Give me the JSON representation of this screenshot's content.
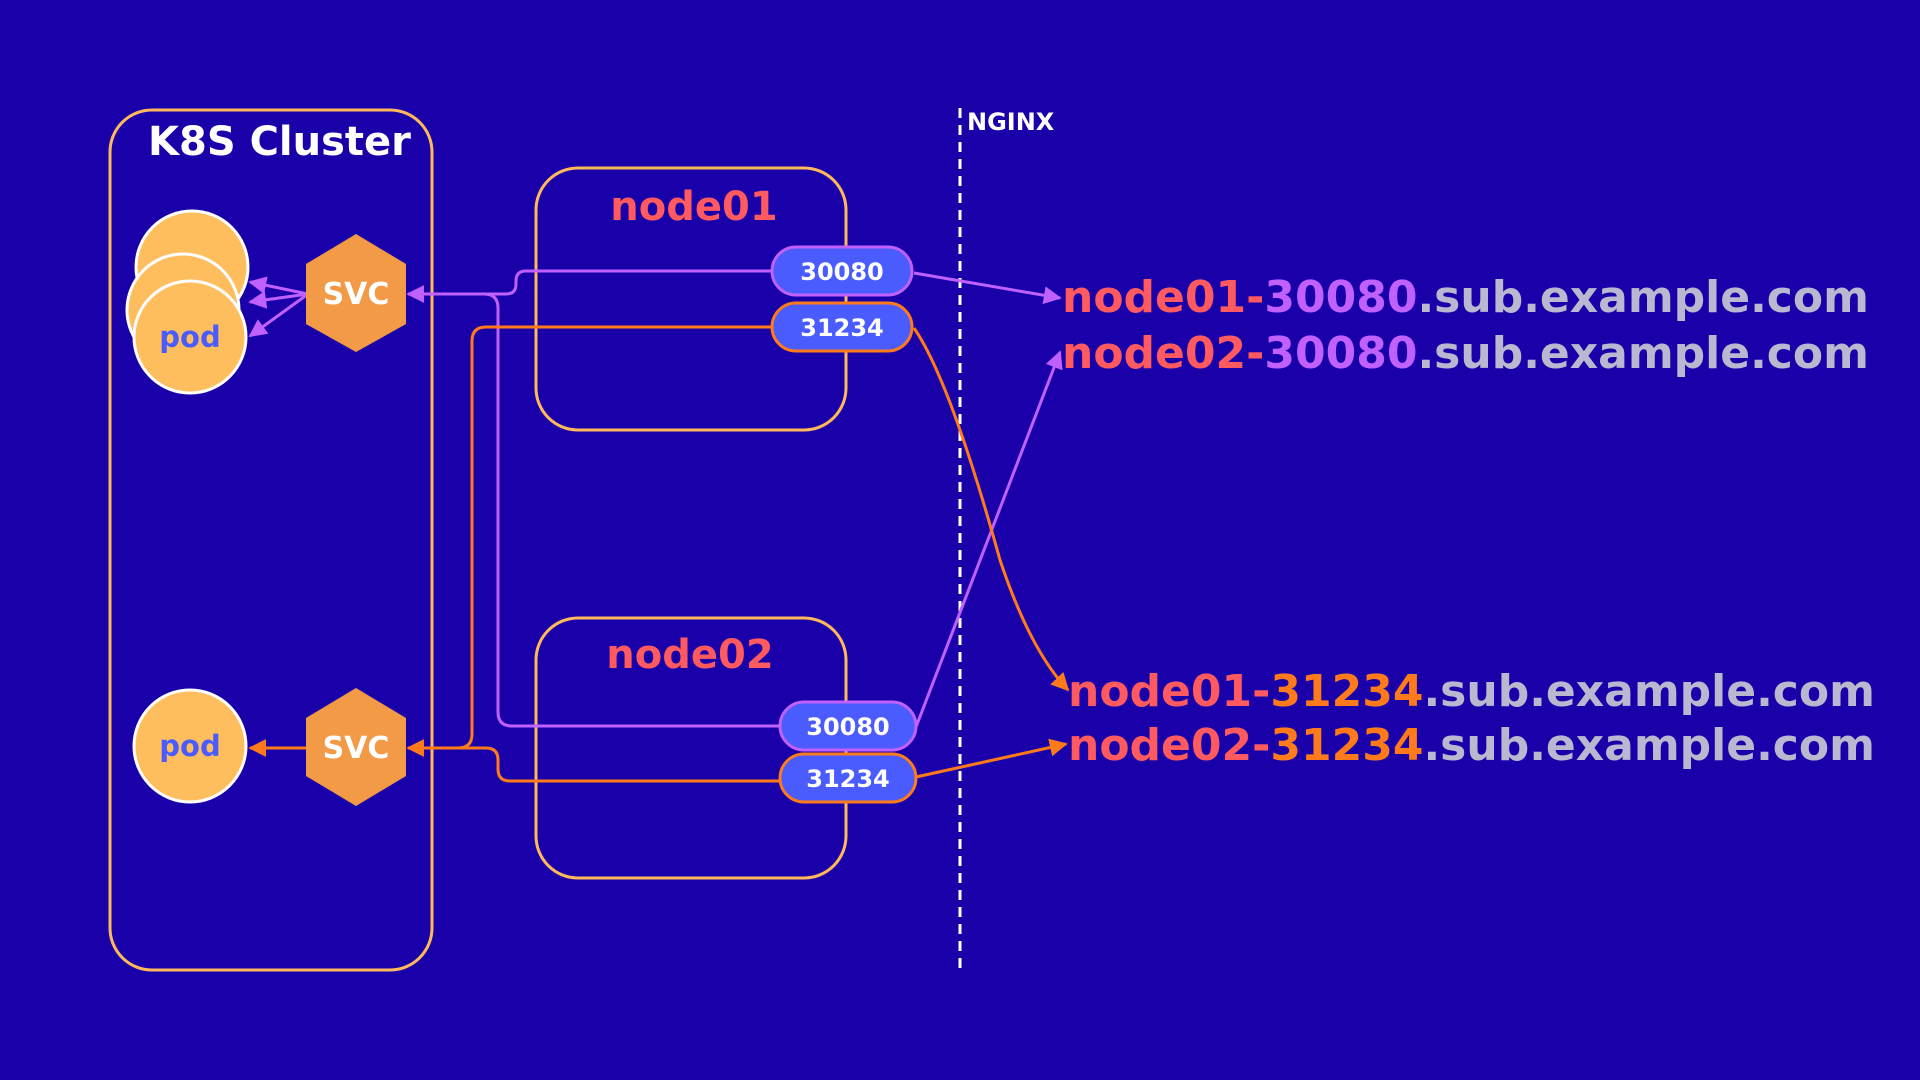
{
  "cluster": {
    "title": "K8S Cluster"
  },
  "nginx_label": "NGINX",
  "nodes": [
    {
      "title": "node01",
      "ports": [
        "30080",
        "31234"
      ]
    },
    {
      "title": "node02",
      "ports": [
        "30080",
        "31234"
      ]
    }
  ],
  "svc_label": "SVC",
  "pod_label": "pod",
  "urls": [
    {
      "node": "node01",
      "dash": "-",
      "port": "30080",
      "domain": ".sub.example.com"
    },
    {
      "node": "node02",
      "dash": "-",
      "port": "30080",
      "domain": ".sub.example.com"
    },
    {
      "node": "node01",
      "dash": "-",
      "port": "31234",
      "domain": ".sub.example.com"
    },
    {
      "node": "node02",
      "dash": "-",
      "port": "31234",
      "domain": ".sub.example.com"
    }
  ],
  "colors": {
    "background": "#1a00a8",
    "container_border": "#ffb85c",
    "node_title": "#ff5a5f",
    "svc_fill": "#f29a46",
    "pod_fill": "#ffbe5e",
    "port_fill": "#4b5cff",
    "purple_line": "#c060ff",
    "orange_line": "#ff7a1a",
    "domain_text": "#b8b8d0"
  }
}
